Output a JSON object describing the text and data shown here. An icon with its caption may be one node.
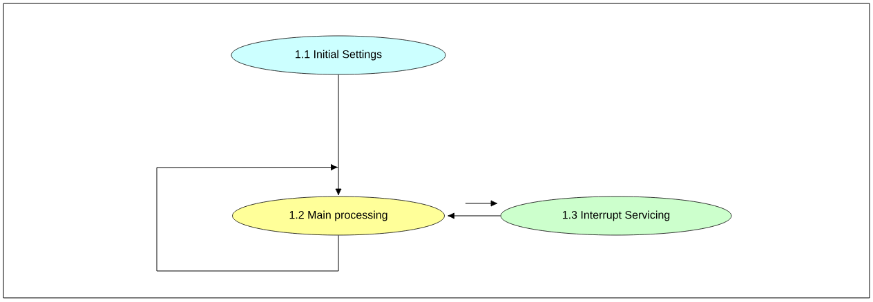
{
  "diagram": {
    "nodes": [
      {
        "text": [
          "1.1 Initial Settings"
        ]
      },
      {
        "text": [
          "1.2 Main processing"
        ]
      },
      {
        "text": [
          "1.3 Interrupt Servicing"
        ]
      }
    ],
    "edges": [
      {
        "from": 0,
        "to": 1,
        "arrow": "to"
      },
      {
        "from": 1,
        "to": 1,
        "arrow": "to"
      },
      {
        "from": 1,
        "to": 2,
        "arrow": "to"
      },
      {
        "from": 2,
        "to": 1,
        "arrow": "to"
      }
    ]
  }
}
